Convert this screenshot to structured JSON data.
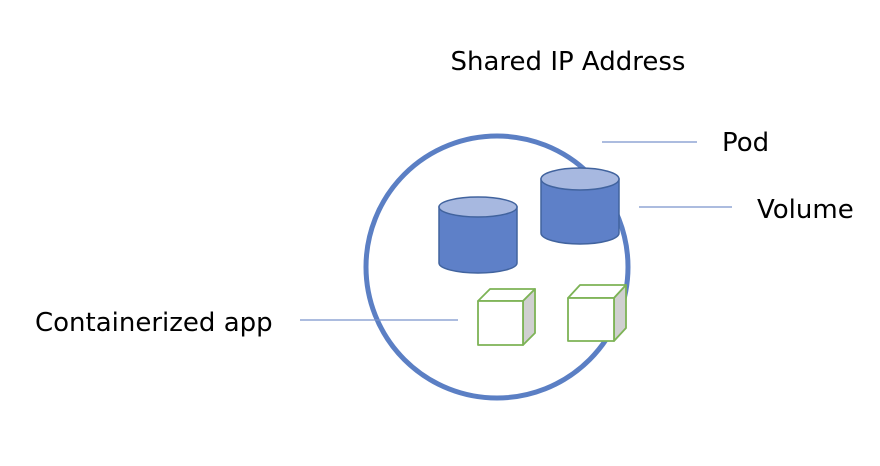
{
  "diagram": {
    "labels": {
      "shared_ip": "Shared IP Address",
      "pod": "Pod",
      "volume": "Volume",
      "containerized_app": "Containerized app"
    },
    "colors": {
      "pod_circle": "#5B7FC4",
      "leader_line": "#7A93CC",
      "cylinder_body": "#5E80C8",
      "cylinder_top": "#A7B8E0",
      "cylinder_stroke": "#41639E",
      "cube_stroke": "#7DB356",
      "cube_front": "#FFFFFF",
      "cube_side": "#D0D0D0"
    },
    "icons": {
      "volume": "cylinder-icon",
      "container": "cube-icon"
    }
  }
}
